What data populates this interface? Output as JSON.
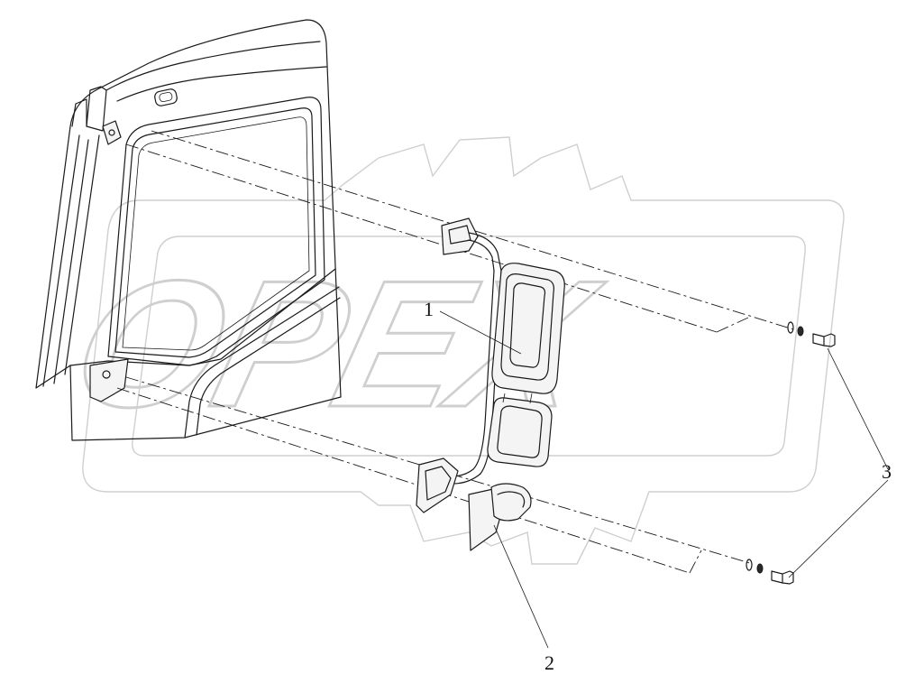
{
  "watermark": {
    "text": "OPEX",
    "color": "#cfcfcf"
  },
  "callouts": [
    {
      "id": "1",
      "label": "1"
    },
    {
      "id": "2",
      "label": "2"
    },
    {
      "id": "3",
      "label": "3"
    }
  ],
  "parts": [
    {
      "callout": "1",
      "icon": "rear-view-mirror-assembly-icon"
    },
    {
      "callout": "2",
      "icon": "mirror-cover-icon"
    },
    {
      "callout": "3",
      "icon": "bolt-and-washer-icon"
    }
  ],
  "colors": {
    "line": "#1a1a1a",
    "background": "#ffffff"
  }
}
